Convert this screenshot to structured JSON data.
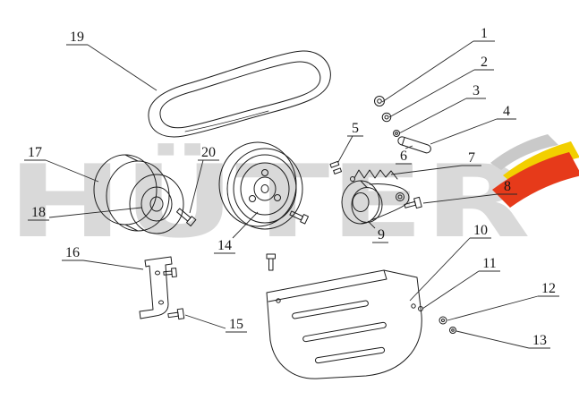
{
  "watermark": {
    "text": "HÜTER",
    "color": "#d9d9d9"
  },
  "logo": {
    "gray": "#c9c9c9",
    "yellow": "#f2cf00",
    "red": "#e63a1a"
  },
  "callouts": [
    {
      "label": "1"
    },
    {
      "label": "2"
    },
    {
      "label": "3"
    },
    {
      "label": "4"
    },
    {
      "label": "5"
    },
    {
      "label": "6"
    },
    {
      "label": "7"
    },
    {
      "label": "8"
    },
    {
      "label": "9"
    },
    {
      "label": "10"
    },
    {
      "label": "11"
    },
    {
      "label": "12"
    },
    {
      "label": "13"
    },
    {
      "label": "14"
    },
    {
      "label": "15"
    },
    {
      "label": "16"
    },
    {
      "label": "17"
    },
    {
      "label": "18"
    },
    {
      "label": "19"
    },
    {
      "label": "20"
    }
  ]
}
